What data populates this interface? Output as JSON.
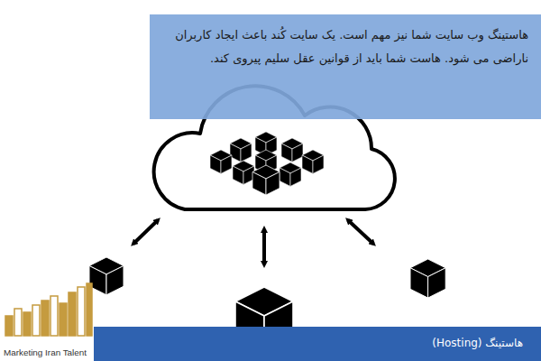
{
  "diagram": {
    "nodes": [
      {
        "text": [
          "هاستینگ وب سایت شما نیز مهم است. یک سایت کُند باعث ایجاد کاربران ناراضی می شود. هاست شما باید از قوانین عقل سلیم پیروی کند."
        ]
      },
      {
        "text": [
          "هاستینگ (Hosting)"
        ]
      }
    ],
    "labels": [
      "Marketing Iran Talent"
    ]
  }
}
